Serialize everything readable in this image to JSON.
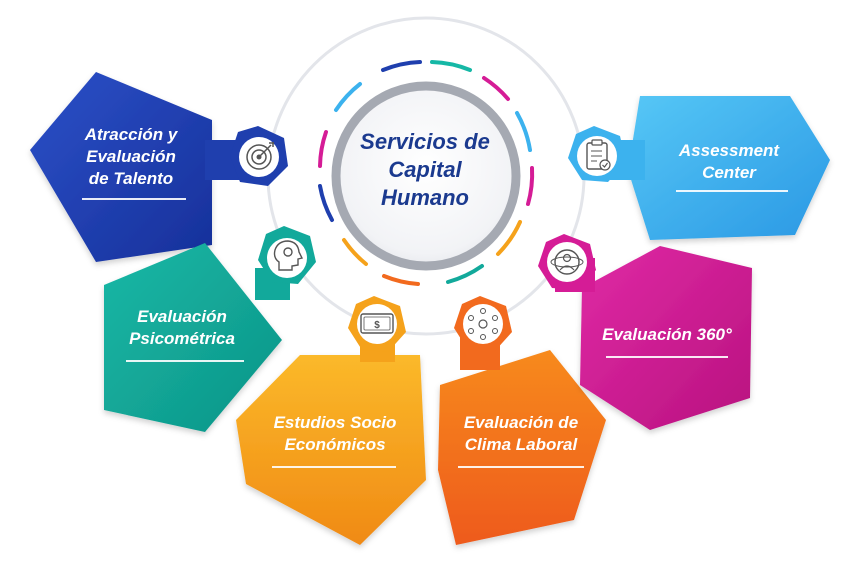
{
  "center": {
    "title_lines": [
      "Servicios de",
      "Capital",
      "Humano"
    ],
    "color": "#1b3a8f"
  },
  "nodes": [
    {
      "id": "talent",
      "lines": [
        "Atracción y",
        "Evaluación",
        "de Talento"
      ],
      "color": "#1f3fae",
      "icon": "target-icon"
    },
    {
      "id": "psico",
      "lines": [
        "Evaluación",
        "Psicométrica"
      ],
      "color": "#12a99b",
      "icon": "head-gear-icon"
    },
    {
      "id": "socio",
      "lines": [
        "Estudios Socio",
        "Económicos"
      ],
      "color": "#f5a21b",
      "icon": "money-bill-icon"
    },
    {
      "id": "clima",
      "lines": [
        "Evaluación de",
        "Clima Laboral"
      ],
      "color": "#f26a1e",
      "icon": "people-network-icon"
    },
    {
      "id": "360",
      "lines": [
        "Evaluación 360°"
      ],
      "color": "#d51c96",
      "icon": "globe-person-icon"
    },
    {
      "id": "assessment",
      "lines": [
        "Assessment",
        "Center"
      ],
      "color": "#3cb2ee",
      "icon": "clipboard-check-icon"
    }
  ]
}
